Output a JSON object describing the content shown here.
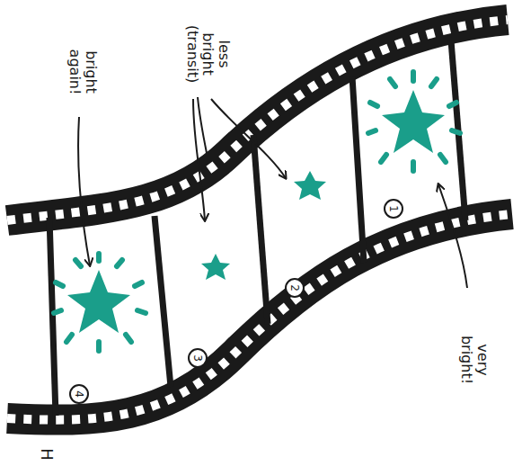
{
  "diagram": {
    "labels": [
      "less bright (transit)",
      "bright again!",
      "very bright!",
      "1",
      "2",
      "3",
      "4",
      "H"
    ]
  }
}
